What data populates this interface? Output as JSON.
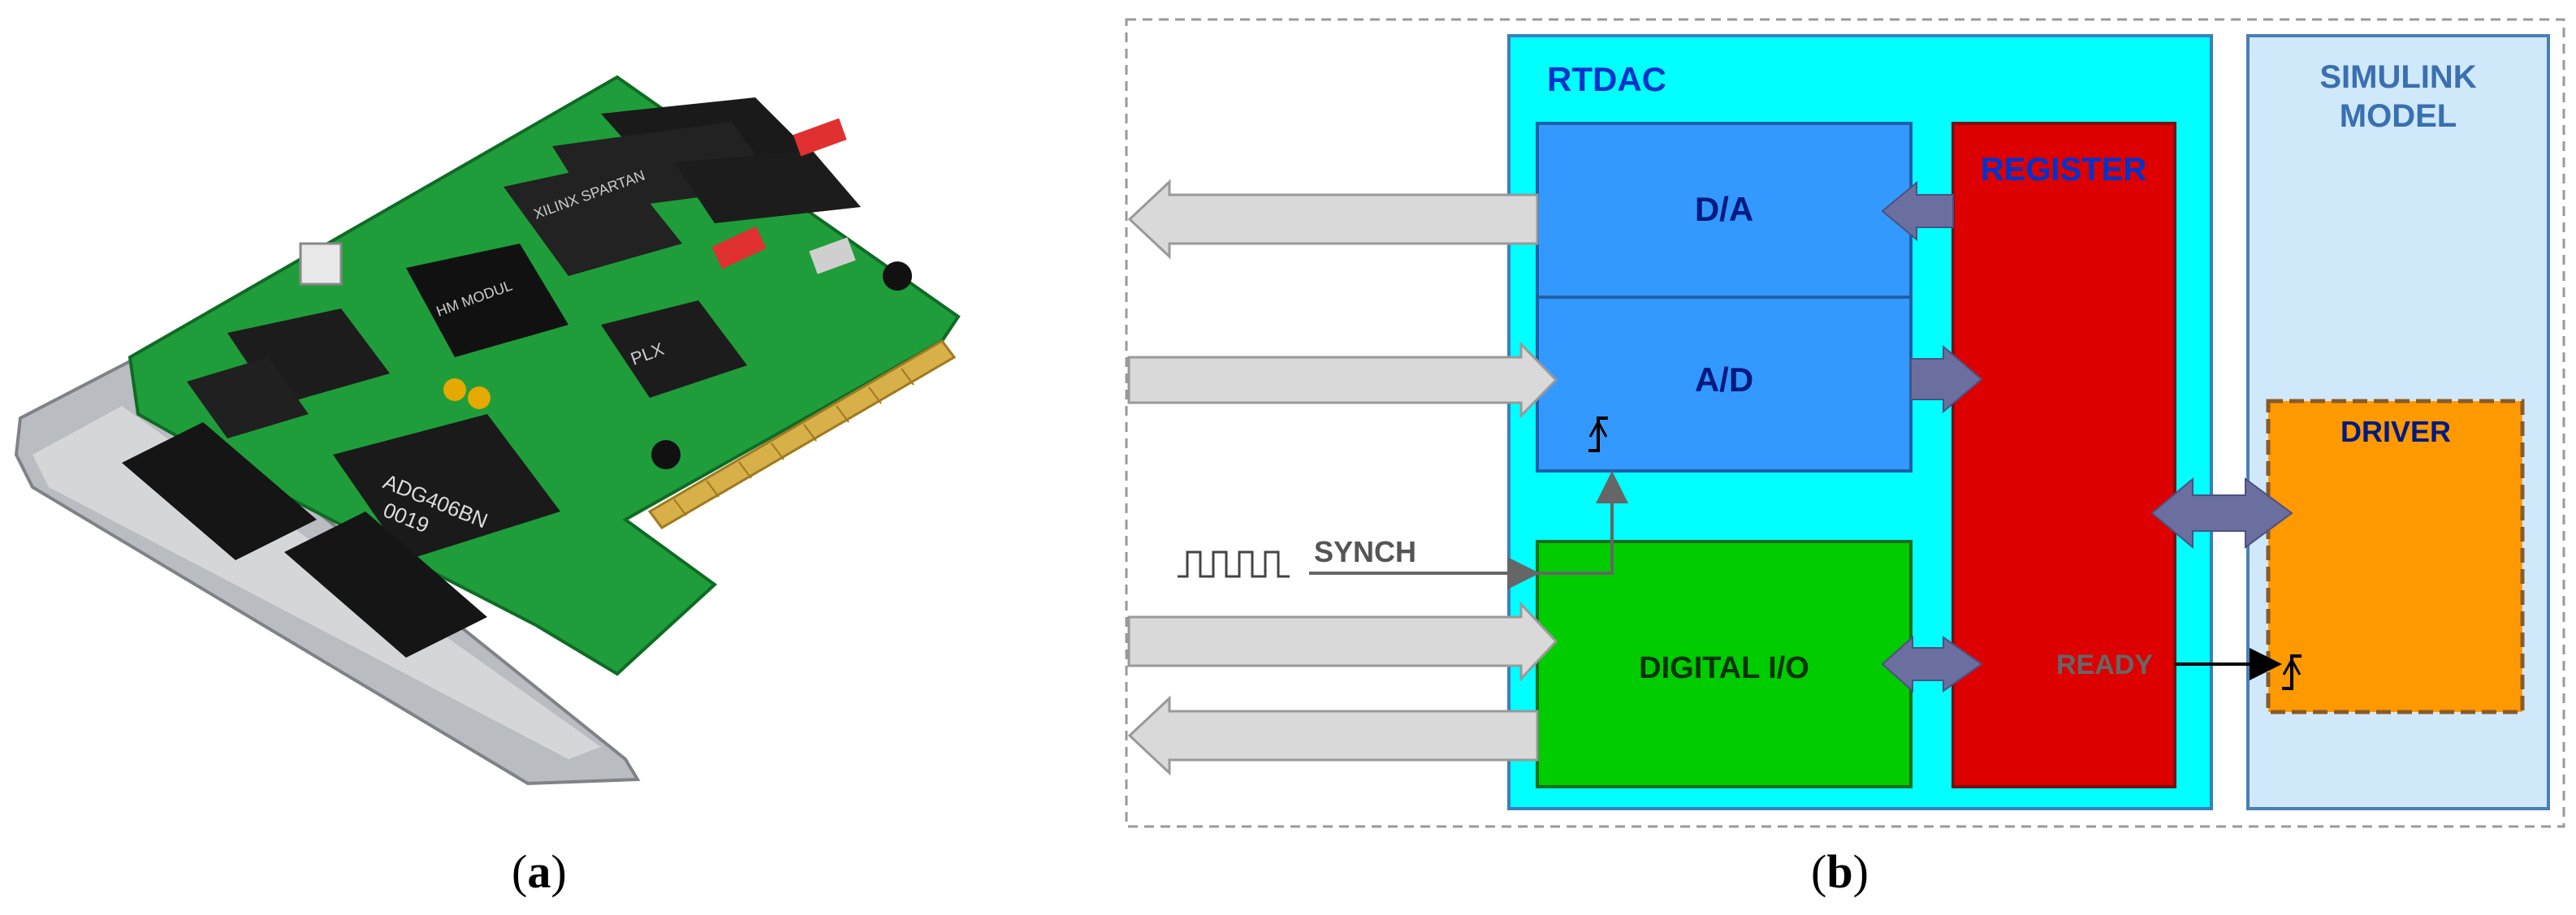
{
  "panel_a": {
    "photo": "PCI data acquisition card",
    "chip_markings": [
      "ADG406BN",
      "0019",
      "XILINX SPARTAN",
      "HM MODUL",
      "PLX"
    ],
    "caption": {
      "open": "(",
      "letter": "a",
      "close": ")"
    }
  },
  "panel_b": {
    "rtdac_title": "RTDAC",
    "simulink_title_line1": "SIMULINK",
    "simulink_title_line2": "MODEL",
    "register_label": "REGISTER",
    "da_label": "D/A",
    "ad_label": "A/D",
    "digital_io_label": "DIGITAL I/O",
    "driver_label": "DRIVER",
    "synch_label": "SYNCH",
    "ready_label": "READY",
    "caption": {
      "open": "(",
      "letter": "b",
      "close": ")"
    }
  },
  "colors": {
    "rtdac_bg": "#00ffff",
    "simulink_bg": "#cfe9fb",
    "block_blue": "#3399ff",
    "register_red": "#dd0000",
    "digital_green": "#00cc00",
    "driver_orange": "#ff9900",
    "title_blue": "#0033cc",
    "arrow_gray": "#d9d9d9",
    "arrow_purple": "#6b6f9f"
  }
}
